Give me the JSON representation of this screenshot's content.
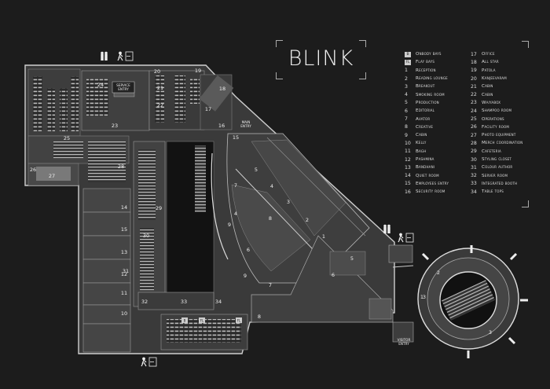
{
  "brand": "BLINK",
  "legend": {
    "keys": [
      {
        "key": "B",
        "label": "Onbody bays"
      },
      {
        "key": "FL",
        "label": "Flay bays"
      }
    ],
    "items": [
      {
        "num": "1",
        "label": "Reception"
      },
      {
        "num": "2",
        "label": "Reading lounge"
      },
      {
        "num": "3",
        "label": "Breakout"
      },
      {
        "num": "4",
        "label": "Smoking room"
      },
      {
        "num": "5",
        "label": "Production"
      },
      {
        "num": "6",
        "label": "Editorial"
      },
      {
        "num": "7",
        "label": "Avator"
      },
      {
        "num": "8",
        "label": "Creative"
      },
      {
        "num": "9",
        "label": "Cabin"
      },
      {
        "num": "10",
        "label": "Kelly"
      },
      {
        "num": "11",
        "label": "Bagh"
      },
      {
        "num": "12",
        "label": "Pashmina"
      },
      {
        "num": "13",
        "label": "Bandhani"
      },
      {
        "num": "14",
        "label": "Quiet room"
      },
      {
        "num": "15",
        "label": "Employees entry"
      },
      {
        "num": "16",
        "label": "Security room"
      },
      {
        "num": "17",
        "label": "Office"
      },
      {
        "num": "18",
        "label": "All star"
      },
      {
        "num": "19",
        "label": "Patola"
      },
      {
        "num": "20",
        "label": "Kanjeevaram"
      },
      {
        "num": "21",
        "label": "Cabin"
      },
      {
        "num": "22",
        "label": "Cabin"
      },
      {
        "num": "23",
        "label": "Waiyabox"
      },
      {
        "num": "24",
        "label": "Shampoo room"
      },
      {
        "num": "25",
        "label": "Operations"
      },
      {
        "num": "26",
        "label": "Facility room"
      },
      {
        "num": "27",
        "label": "Photo equipment"
      },
      {
        "num": "28",
        "label": "Merch coordination"
      },
      {
        "num": "29",
        "label": "Cafeteria"
      },
      {
        "num": "30",
        "label": "Styling closet"
      },
      {
        "num": "31",
        "label": "Colour author"
      },
      {
        "num": "32",
        "label": "Server room"
      },
      {
        "num": "33",
        "label": "Integrated booth"
      },
      {
        "num": "34",
        "label": "Table tops"
      }
    ]
  },
  "plan_labels": {
    "service_entry": [
      "SERVICE",
      "ENTRY"
    ],
    "main_entry": [
      "MAIN",
      "ENTRY"
    ],
    "visitor_entry": [
      "VISITOR",
      "ENTRY"
    ],
    "rooms": [
      {
        "num": "25"
      },
      {
        "num": "28"
      },
      {
        "num": "26"
      },
      {
        "num": "27"
      },
      {
        "num": "20"
      },
      {
        "num": "19"
      },
      {
        "num": "21"
      },
      {
        "num": "22"
      },
      {
        "num": "23"
      },
      {
        "num": "24"
      },
      {
        "num": "18"
      },
      {
        "num": "17"
      },
      {
        "num": "16"
      },
      {
        "num": "15"
      },
      {
        "num": "14"
      },
      {
        "num": "15"
      },
      {
        "num": "13"
      },
      {
        "num": "12"
      },
      {
        "num": "31"
      },
      {
        "num": "11"
      },
      {
        "num": "10"
      },
      {
        "num": "29"
      },
      {
        "num": "30"
      },
      {
        "num": "32"
      },
      {
        "num": "33"
      },
      {
        "num": "34"
      },
      {
        "num": "5"
      },
      {
        "num": "4"
      },
      {
        "num": "3"
      },
      {
        "num": "2"
      },
      {
        "num": "1"
      },
      {
        "num": "8"
      },
      {
        "num": "9"
      },
      {
        "num": "7"
      },
      {
        "num": "6"
      },
      {
        "num": "5"
      },
      {
        "num": "6"
      },
      {
        "num": "7"
      },
      {
        "num": "9"
      },
      {
        "num": "8"
      },
      {
        "num": "4"
      },
      {
        "num": "3"
      },
      {
        "num": "2"
      },
      {
        "num": "1"
      },
      {
        "num": "3"
      }
    ],
    "bay_keys": [
      "B",
      "FL",
      "FL"
    ]
  }
}
